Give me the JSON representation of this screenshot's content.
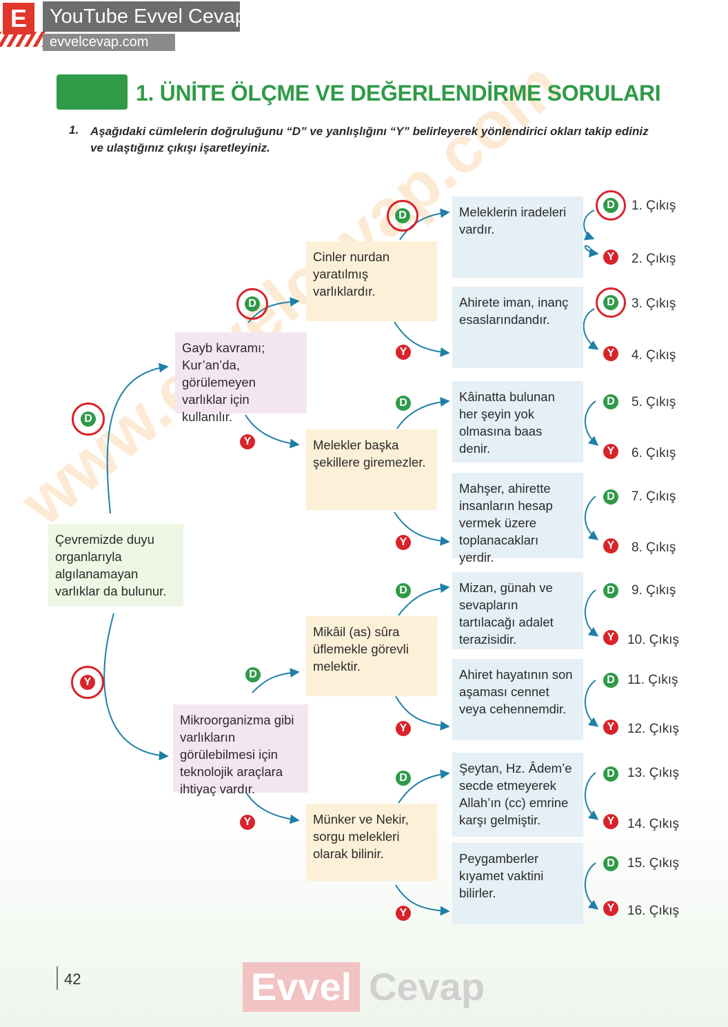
{
  "brand": {
    "logo_letter": "E",
    "title": "YouTube Evvel Cevap",
    "url": "evvelcevap.com"
  },
  "header": {
    "title": "1. ÜNİTE ÖLÇME VE DEĞERLENDİRME SORULARI"
  },
  "question": {
    "number": "1.",
    "text": "Aşağıdaki cümlelerin doğruluğunu “D” ve yanlışlığını “Y” belirleyerek yönlendirici okları takip ediniz ve ulaştığınız çıkışı işaretleyiniz."
  },
  "labels": {
    "true": "D",
    "false": "Y"
  },
  "statements": {
    "start": "Çevremizde duyu organlarıyla algılanamayan varlıklar da bulunur.",
    "l2_top": "Gayb kavramı; Kur’an’da, görülemeyen varlıklar için kullanılır.",
    "l2_bottom": "Mikroorganizma gibi varlıkların görülebilmesi için teknolojik araçlara ihtiyaç vardır.",
    "l3_1": "Cinler nurdan yaratılmış varlıklardır.",
    "l3_2": "Melekler başka şekillere giremezler.",
    "l3_3": "Mikâil (as) sûra üflemekle görevli melektir.",
    "l3_4": "Münker ve Nekir, sorgu melekleri olarak bilinir.",
    "l4": [
      "Meleklerin iradeleri vardır.",
      "Ahirete iman, inanç esaslarındandır.",
      "Kâinatta bulunan her şeyin yok olmasına baas denir.",
      "Mahşer, ahirette insanların hesap vermek üzere toplanacakları yerdir.",
      "Mizan, günah ve sevapların tartılacağı adalet terazisidir.",
      "Ahiret hayatının son aşaması cennet veya cehennemdir.",
      "Şeytan, Hz. Âdem’e secde etmeyerek Allah’ın (cc) emrine karşı gelmiştir.",
      "Peygamberler kıyamet vaktini bilirler."
    ]
  },
  "exits": [
    "1. Çıkış",
    "2. Çıkış",
    "3. Çıkış",
    "4. Çıkış",
    "5. Çıkış",
    "6. Çıkış",
    "7. Çıkış",
    "8. Çıkış",
    "9. Çıkış",
    "10. Çıkış",
    "11. Çıkış",
    "12. Çıkış",
    "13. Çıkış",
    "14. Çıkış",
    "15. Çıkış",
    "16. Çıkış"
  ],
  "footer": {
    "page_number": "42"
  },
  "watermark": {
    "evvel": "Evvel",
    "cevap": "Cevap",
    "diagonal": "www.evvelcevap.com"
  },
  "colors": {
    "green": "#2f9a48",
    "red": "#d8232a",
    "arrow": "#1f7fa6"
  }
}
